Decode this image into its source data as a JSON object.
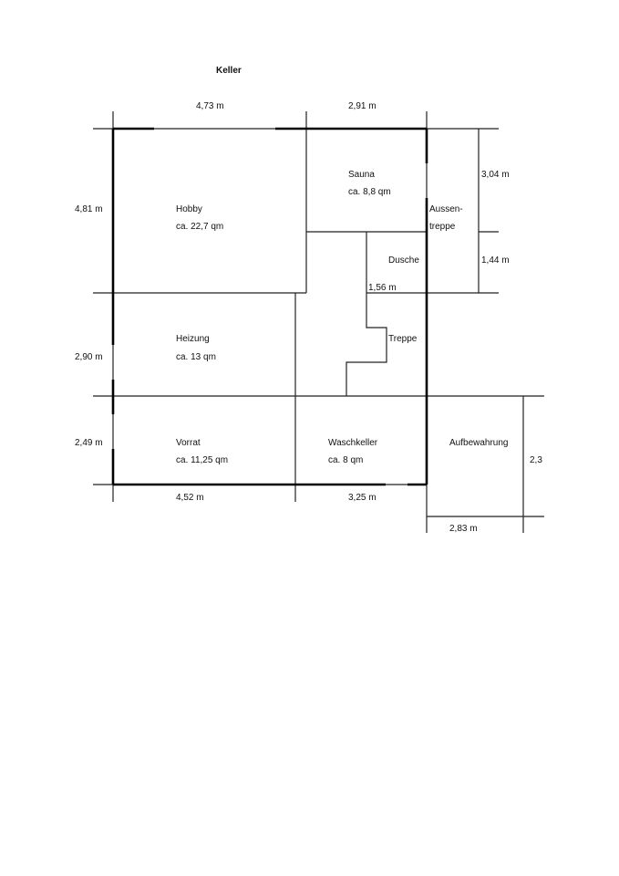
{
  "title": "Keller",
  "dimensions": {
    "top_left": "4,73 m",
    "top_right": "2,91 m",
    "left_hobby": "4,81 m",
    "left_heizung": "2,90 m",
    "left_vorrat": "2,49 m",
    "right_upper": "3,04 m",
    "right_lower": "1,44 m",
    "dusche_width": "1,56 m",
    "bottom_left": "4,52 m",
    "bottom_right": "3,25 m",
    "aufbewahrung_height": "2,3",
    "aufbewahrung_width": "2,83 m"
  },
  "rooms": {
    "hobby": {
      "name": "Hobby",
      "area": "ca. 22,7 qm"
    },
    "sauna": {
      "name": "Sauna",
      "area": "ca. 8,8 qm"
    },
    "aussentreppe": {
      "line1": "Aussen-",
      "line2": "treppe"
    },
    "dusche": {
      "name": "Dusche"
    },
    "heizung": {
      "name": "Heizung",
      "area": "ca. 13 qm"
    },
    "treppe": {
      "name": "Treppe"
    },
    "vorrat": {
      "name": "Vorrat",
      "area": "ca. 11,25 qm"
    },
    "waschkeller": {
      "name": "Waschkeller",
      "area": "ca. 8 qm"
    },
    "aufbewahrung": {
      "name": "Aufbewahrung"
    }
  }
}
